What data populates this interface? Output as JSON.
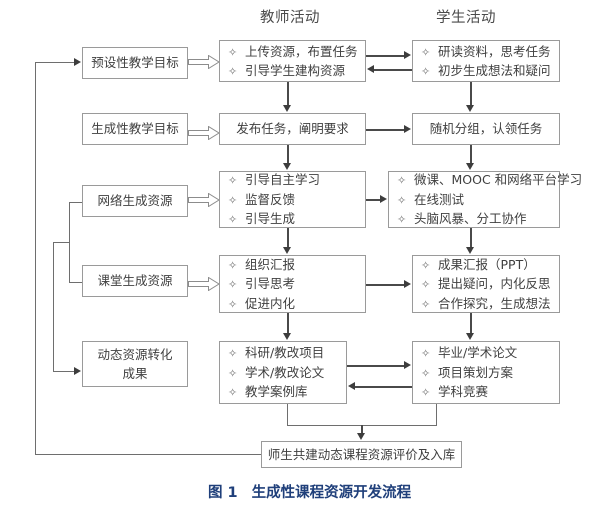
{
  "figure": {
    "caption_number": "图 1",
    "caption_text": "生成性课程资源开发流程",
    "caption_color": "#1f3f7a"
  },
  "columns": [
    {
      "id": "teacher",
      "label": "教师活动"
    },
    {
      "id": "student",
      "label": "学生活动"
    }
  ],
  "bullet_glyph": "✧",
  "left_column": {
    "boxes": [
      {
        "id": "preset-goal",
        "lines": [
          "预设性教学目标"
        ]
      },
      {
        "id": "generative-goal",
        "lines": [
          "生成性教学目标"
        ]
      },
      {
        "id": "network-res",
        "lines": [
          "网络生成资源"
        ]
      },
      {
        "id": "classroom-res",
        "lines": [
          "课堂生成资源"
        ]
      },
      {
        "id": "dynamic-res",
        "lines": [
          "动态资源转化",
          "成果"
        ]
      }
    ]
  },
  "teacher_column": {
    "boxes": [
      {
        "id": "teacher-r1",
        "items": [
          "上传资源，布置任务",
          "引导学生建构资源"
        ]
      },
      {
        "id": "teacher-r2",
        "items": [
          "发布任务，阐明要求"
        ],
        "plain": true
      },
      {
        "id": "teacher-r3",
        "items": [
          "引导自主学习",
          "监督反馈",
          "引导生成"
        ]
      },
      {
        "id": "teacher-r4",
        "items": [
          "组织汇报",
          "引导思考",
          "促进内化"
        ]
      },
      {
        "id": "teacher-r5",
        "items": [
          "科研/教改项目",
          "学术/教改论文",
          "教学案例库"
        ]
      }
    ]
  },
  "student_column": {
    "boxes": [
      {
        "id": "student-r1",
        "items": [
          "研读资料，思考任务",
          "初步生成想法和疑问"
        ]
      },
      {
        "id": "student-r2",
        "items": [
          "随机分组，认领任务"
        ],
        "plain": true
      },
      {
        "id": "student-r3",
        "items": [
          "微课、MOOC 和网络平台学习",
          "在线测试",
          "头脑风暴、分工协作"
        ]
      },
      {
        "id": "student-r4",
        "items": [
          "成果汇报（PPT）",
          "提出疑问，内化反思",
          "合作探究，生成想法"
        ]
      },
      {
        "id": "student-r5",
        "items": [
          "毕业/学术论文",
          "项目策划方案",
          "学科竞赛"
        ]
      }
    ]
  },
  "footer_box": {
    "id": "evaluation",
    "lines": [
      "师生共建动态课程资源评价及入库"
    ]
  }
}
